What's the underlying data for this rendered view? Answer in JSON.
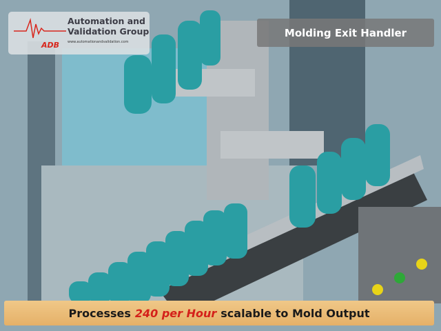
{
  "logo": {
    "brand": "ADB",
    "line1": "Automation and",
    "line2": "Validation Group",
    "url": "www.automationandvalidation.com"
  },
  "title": "Molding Exit Handler",
  "caption": {
    "before": "Processes",
    "highlight": "240 per Hour",
    "after": "scalable to Mold Output"
  },
  "colors": {
    "bottle": "#2a9ea3",
    "caption_bg": "#ecc07d",
    "highlight": "#d4201a"
  }
}
